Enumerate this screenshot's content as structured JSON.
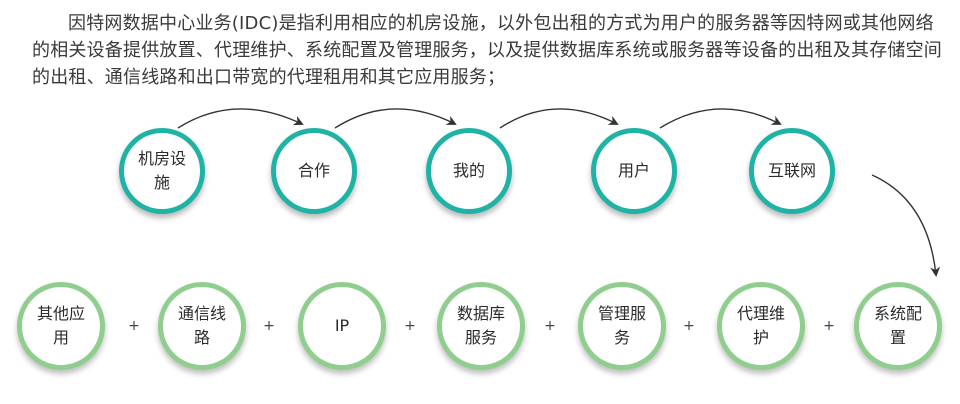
{
  "intro_text": "因特网数据中心业务(IDC)是指利用相应的机房设施，以外包出租的方式为用户的服务器等因特网或其他网络的相关设备提供放置、代理维护、系统配置及管理服务，以及提供数据库系统或服务器等设备的出租及其存储空间的出租、通信线路和出口带宽的代理租用和其它应用服务；",
  "top_row": [
    "机房设施",
    "合作",
    "我的",
    "用户",
    "互联网"
  ],
  "bottom_row": [
    "其他应用",
    "通信线路",
    "IP",
    "数据库服务",
    "管理服务",
    "代理维护",
    "系统配置"
  ],
  "plus_sign": "+",
  "colors": {
    "top_ring": "#1fb3a5",
    "bottom_ring": "#8fce8f",
    "arrow": "#333333",
    "text": "#3a3a3a"
  }
}
